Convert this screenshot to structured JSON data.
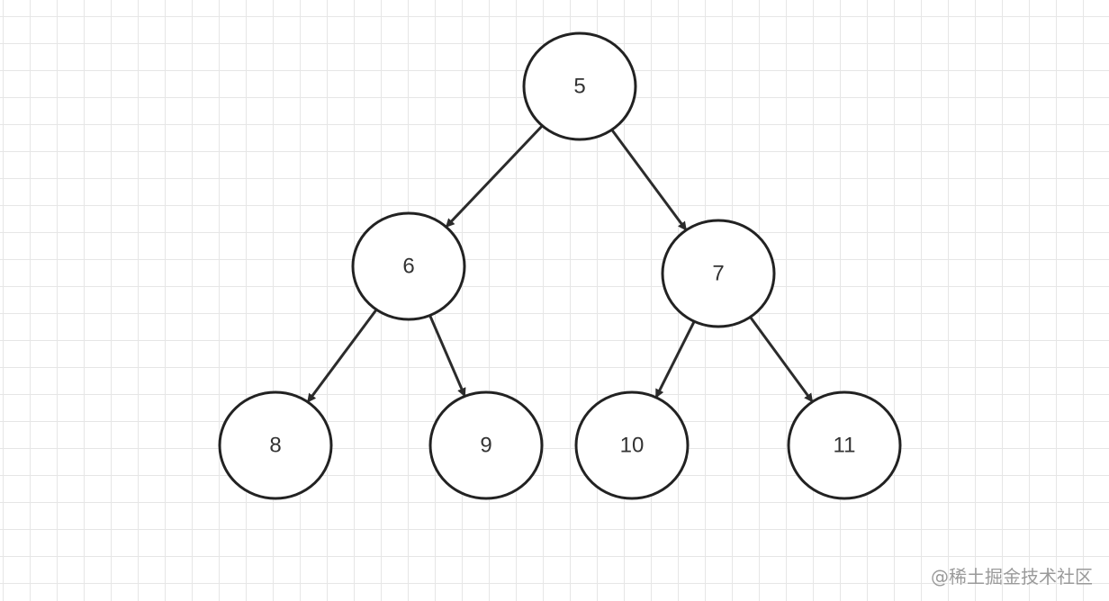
{
  "diagram": {
    "nodes": [
      {
        "id": "n5",
        "label": "5"
      },
      {
        "id": "n6",
        "label": "6"
      },
      {
        "id": "n7",
        "label": "7"
      },
      {
        "id": "n8",
        "label": "8"
      },
      {
        "id": "n9",
        "label": "9"
      },
      {
        "id": "n10",
        "label": "10"
      },
      {
        "id": "n11",
        "label": "11"
      }
    ],
    "edges": [
      {
        "from": "n5",
        "to": "n6"
      },
      {
        "from": "n5",
        "to": "n7"
      },
      {
        "from": "n6",
        "to": "n8"
      },
      {
        "from": "n6",
        "to": "n9"
      },
      {
        "from": "n7",
        "to": "n10"
      },
      {
        "from": "n7",
        "to": "n11"
      }
    ]
  },
  "watermark": {
    "text": "@稀土掘金技术社区"
  }
}
